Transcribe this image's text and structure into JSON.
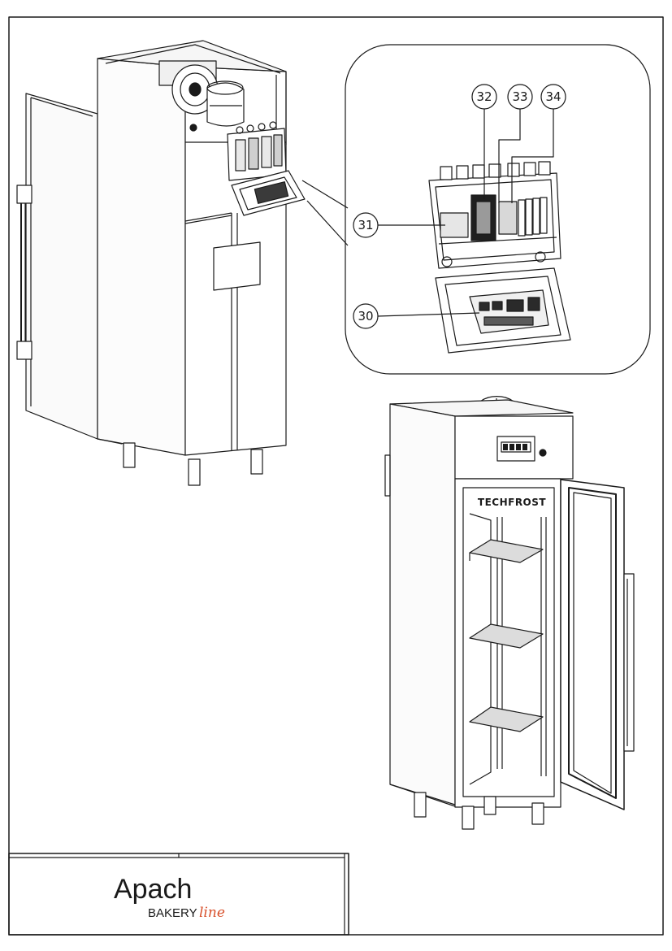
{
  "callouts": [
    {
      "label": "30"
    },
    {
      "label": "31"
    },
    {
      "label": "32"
    },
    {
      "label": "33"
    },
    {
      "label": "34"
    }
  ],
  "cabinet_brand": "TECHFROST",
  "logo": {
    "main": "Apach",
    "sub": "BAKERY",
    "script": "line",
    "accent_color": "#d8502b"
  },
  "colors": {
    "line": "#1a1a1a",
    "panel": "#f4f4f4"
  }
}
